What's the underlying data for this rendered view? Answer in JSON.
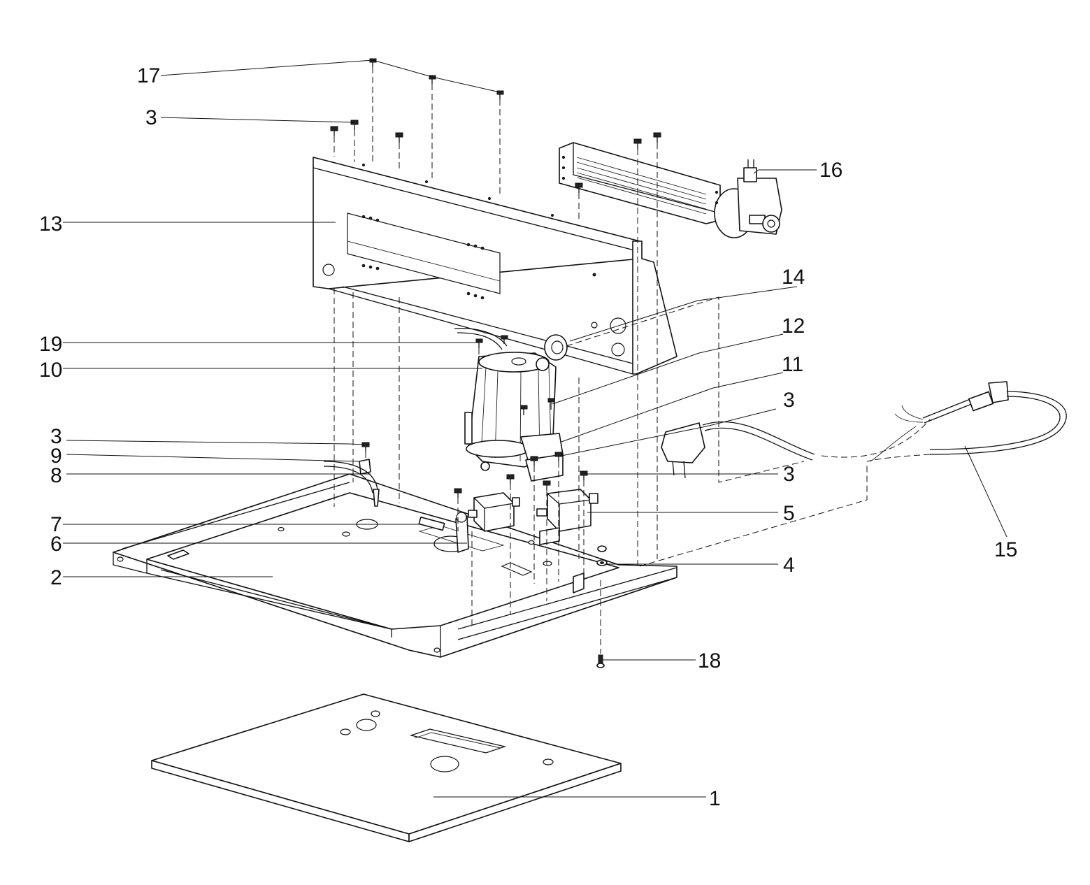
{
  "callouts": [
    {
      "id": "c17",
      "text": "17"
    },
    {
      "id": "c3a",
      "text": "3"
    },
    {
      "id": "c16",
      "text": "16"
    },
    {
      "id": "c13",
      "text": "13"
    },
    {
      "id": "c14",
      "text": "14"
    },
    {
      "id": "c12",
      "text": "12"
    },
    {
      "id": "c19",
      "text": "19"
    },
    {
      "id": "c10",
      "text": "10"
    },
    {
      "id": "c11",
      "text": "11"
    },
    {
      "id": "c3b",
      "text": "3"
    },
    {
      "id": "c3c",
      "text": "3"
    },
    {
      "id": "c9",
      "text": "9"
    },
    {
      "id": "c8",
      "text": "8"
    },
    {
      "id": "c3d",
      "text": "3"
    },
    {
      "id": "c7",
      "text": "7"
    },
    {
      "id": "c5",
      "text": "5"
    },
    {
      "id": "c15",
      "text": "15"
    },
    {
      "id": "c6",
      "text": "6"
    },
    {
      "id": "c4",
      "text": "4"
    },
    {
      "id": "c2",
      "text": "2"
    },
    {
      "id": "c18",
      "text": "18"
    },
    {
      "id": "c1",
      "text": "1"
    }
  ]
}
